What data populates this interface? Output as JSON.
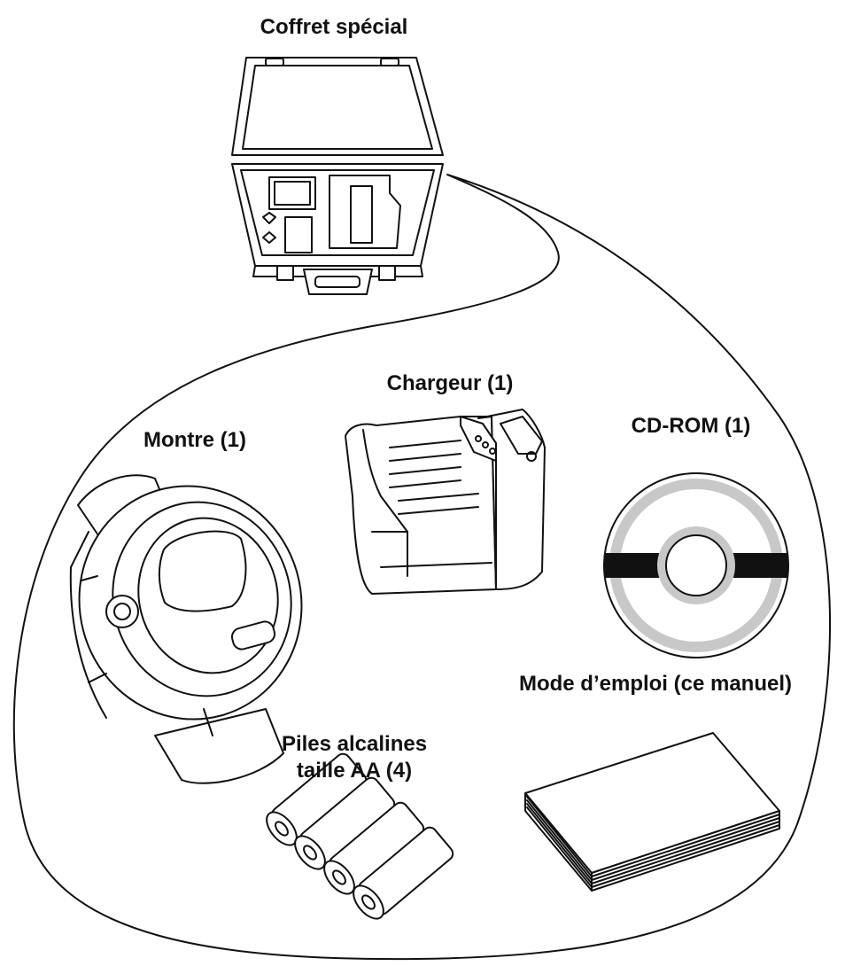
{
  "title": "Coffret spécial",
  "items": [
    {
      "id": "watch",
      "label": "Montre (1)",
      "icon": "watch-icon"
    },
    {
      "id": "charger",
      "label": "Chargeur (1)",
      "icon": "charger-icon"
    },
    {
      "id": "cdrom",
      "label": "CD-ROM (1)",
      "icon": "cd-icon"
    },
    {
      "id": "manual",
      "label": "Mode d’emploi (ce manuel)",
      "icon": "manual-icon"
    },
    {
      "id": "batteries",
      "label_line1": "Piles alcalines",
      "label_line2": "taille AA (4)",
      "icon": "battery-icon"
    }
  ],
  "case_icon": "case-icon",
  "colors": {
    "line": "#111111",
    "background": "#ffffff",
    "cd_ring": "#c8c8c8"
  }
}
